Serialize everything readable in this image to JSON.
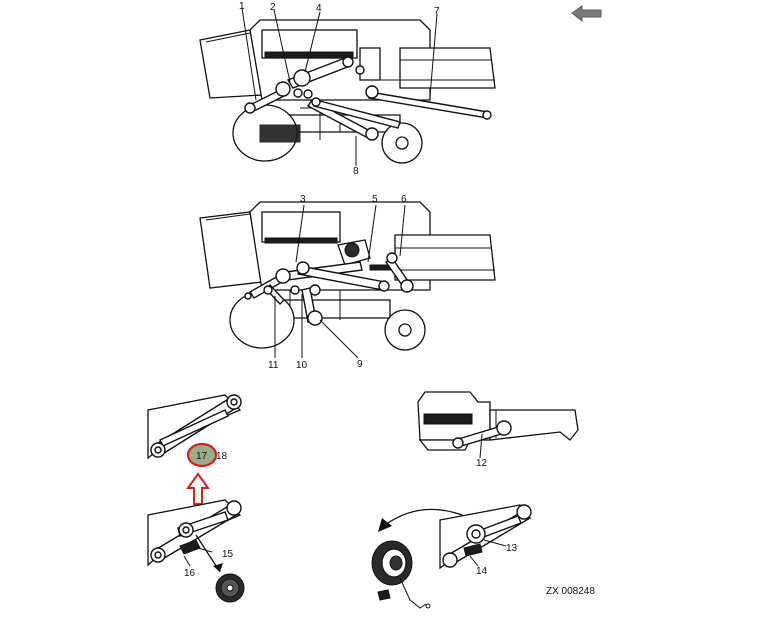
{
  "back_arrow": {
    "icon": "back-arrow-icon",
    "color": "#7a7a7a"
  },
  "highlight": {
    "fill": "#9aac8c",
    "stroke": "#d32020",
    "arrow_color": "#d32020"
  },
  "top_view": {
    "labels": [
      "1",
      "2",
      "4",
      "7",
      "8"
    ]
  },
  "middle_view": {
    "labels": [
      "3",
      "5",
      "6",
      "11",
      "10",
      "9"
    ]
  },
  "detail_a": {
    "labels": [
      "17",
      "18"
    ]
  },
  "detail_b": {
    "labels": [
      "12"
    ]
  },
  "detail_c": {
    "labels": [
      "15",
      "16"
    ]
  },
  "detail_d": {
    "labels": [
      "13",
      "14"
    ]
  },
  "figure_code": "ZX 008248"
}
